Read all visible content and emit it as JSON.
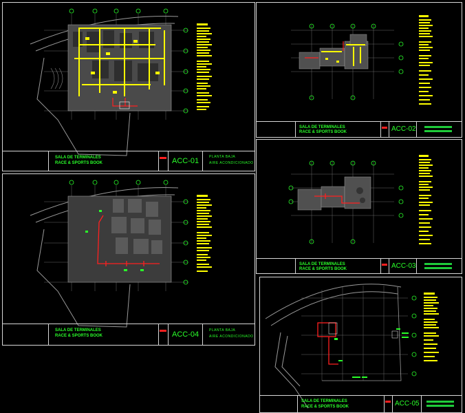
{
  "sheets": [
    {
      "number": "ACC-01",
      "project_line1": "SALA DE TERMINALES",
      "project_line2": "RACE & SPORTS BOOK",
      "desc_line1": "PLANTA BAJA",
      "desc_line2": "AIRE ACONDICIONADO"
    },
    {
      "number": "ACC-02",
      "project_line1": "SALA DE TERMINALES",
      "project_line2": "RACE & SPORTS BOOK",
      "desc_line1": "",
      "desc_line2": ""
    },
    {
      "number": "ACC-03",
      "project_line1": "SALA DE TERMINALES",
      "project_line2": "RACE & SPORTS BOOK",
      "desc_line1": "",
      "desc_line2": ""
    },
    {
      "number": "ACC-04",
      "project_line1": "SALA DE TERMINALES",
      "project_line2": "RACE & SPORTS BOOK",
      "desc_line1": "PLANTA BAJA",
      "desc_line2": "AIRE ACONDICIONADO"
    },
    {
      "number": "ACC-05",
      "project_line1": "SALA DE TERMINALES",
      "project_line2": "RACE & SPORTS BOOK",
      "desc_line1": "",
      "desc_line2": ""
    }
  ],
  "colors": {
    "background": "#000000",
    "frame": "#d8d8d8",
    "title_text": "#2aff2a",
    "notes": "#ffff00",
    "duct": "#ff2020",
    "grid_bubble": "#2aff2a",
    "walls": "#8a8a8a"
  }
}
